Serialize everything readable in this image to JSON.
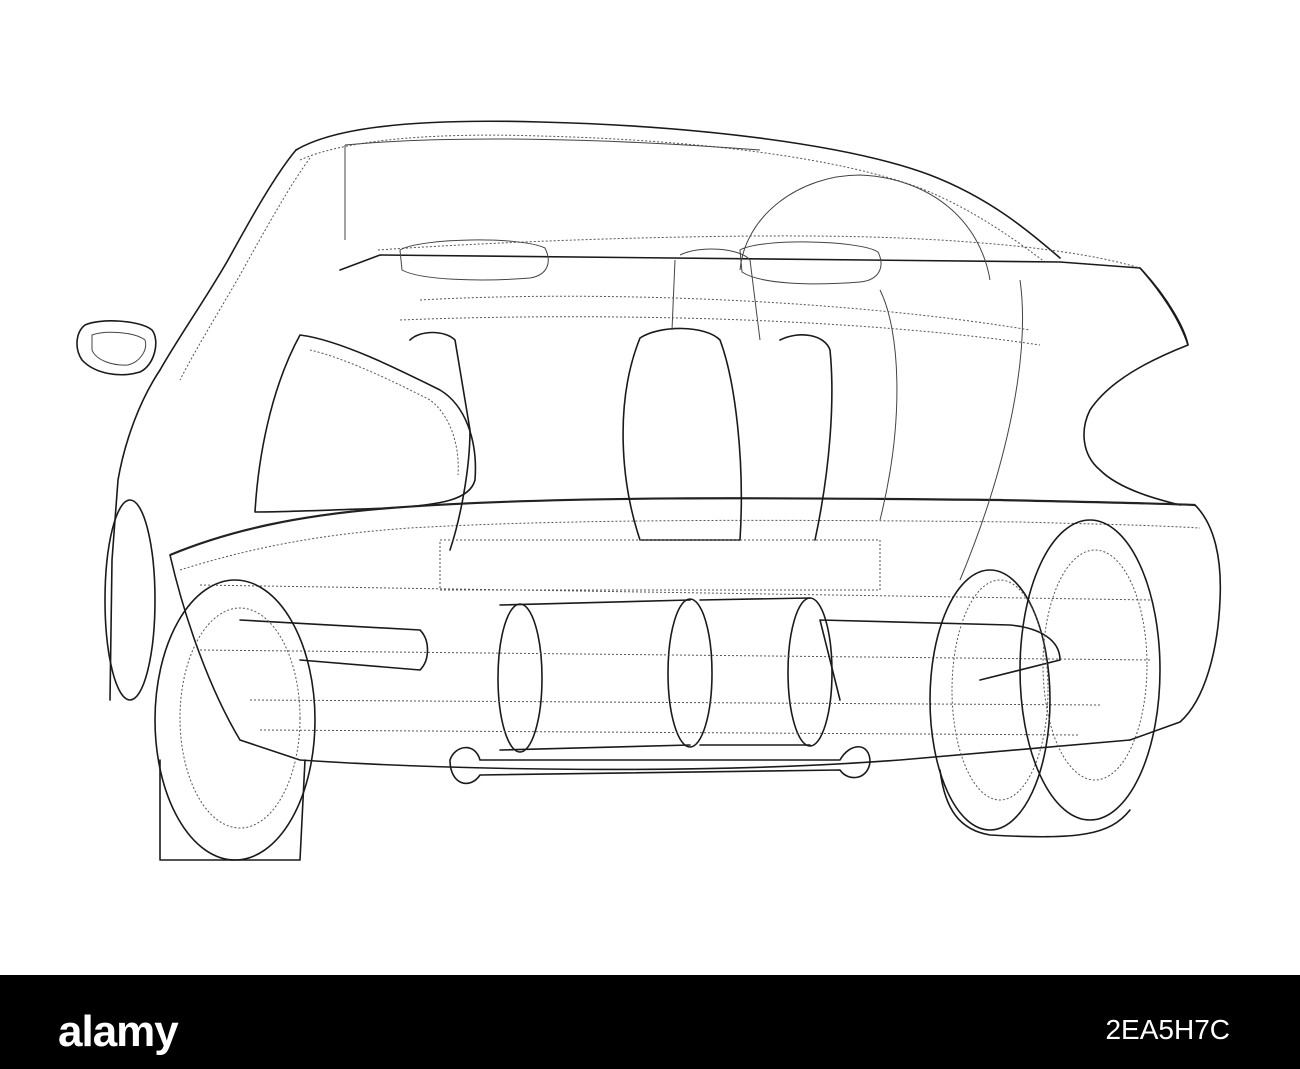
{
  "image": {
    "subject": "car-wireframe-drawing",
    "line_color": "#1a1a1a",
    "background_color": "#ffffff"
  },
  "footer": {
    "background_color": "#000000",
    "brand": "alamy",
    "image_id": "2EA5H7C"
  }
}
